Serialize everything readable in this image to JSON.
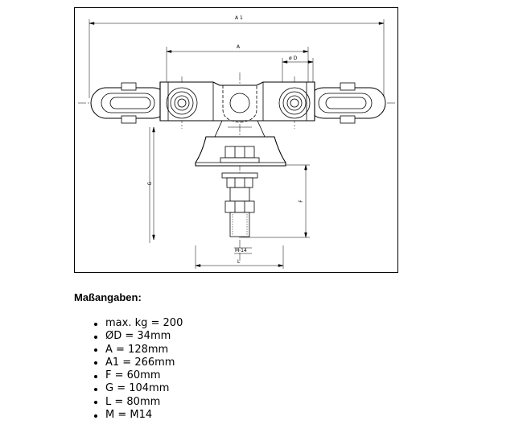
{
  "drawing": {
    "labels": {
      "a1": "A 1",
      "a": "A",
      "d": "ø D",
      "g": "G",
      "f": "F",
      "m": "M 14",
      "l": "L"
    }
  },
  "specs": {
    "heading": "Maßangaben:",
    "items": [
      "max. kg = 200",
      "ØD = 34mm",
      "A = 128mm",
      "A1 = 266mm",
      "F = 60mm",
      "G = 104mm",
      "L = 80mm",
      "M = M14"
    ]
  }
}
